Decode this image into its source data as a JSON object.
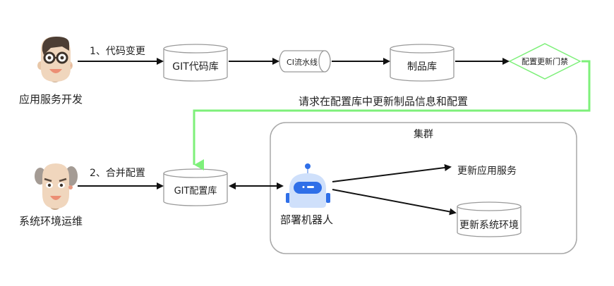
{
  "diagram": {
    "actors": {
      "developer": {
        "label": "应用服务开发"
      },
      "ops": {
        "label": "系统环境运维"
      },
      "bot": {
        "label": "部署机器人"
      }
    },
    "nodes": {
      "git_code_repo": {
        "label": "GIT代码库",
        "shape": "cylinder"
      },
      "ci_pipeline": {
        "label": "CI流水线",
        "shape": "horizontal-cylinder"
      },
      "artifact_repo": {
        "label": "制品库",
        "shape": "cylinder"
      },
      "config_gate": {
        "label": "配置更新门禁",
        "shape": "diamond"
      },
      "git_config_repo": {
        "label": "GIT配置库",
        "shape": "cylinder"
      },
      "update_app": {
        "label": "更新应用服务",
        "shape": "text"
      },
      "update_env": {
        "label": "更新系统环境",
        "shape": "cylinder"
      }
    },
    "edges": {
      "code_change": {
        "label": "1、代码变更"
      },
      "merge_config": {
        "label": "2、合并配置"
      },
      "gate_request": {
        "label": "请求在配置库中更新制品信息和配置"
      }
    },
    "cluster": {
      "label": "集群"
    },
    "colors": {
      "gate_green": "#7ef07a",
      "bot_blue": "#2f6fe8",
      "bot_light": "#cfe0fb",
      "line": "#111111",
      "shape_border": "#9a9a9a"
    }
  }
}
